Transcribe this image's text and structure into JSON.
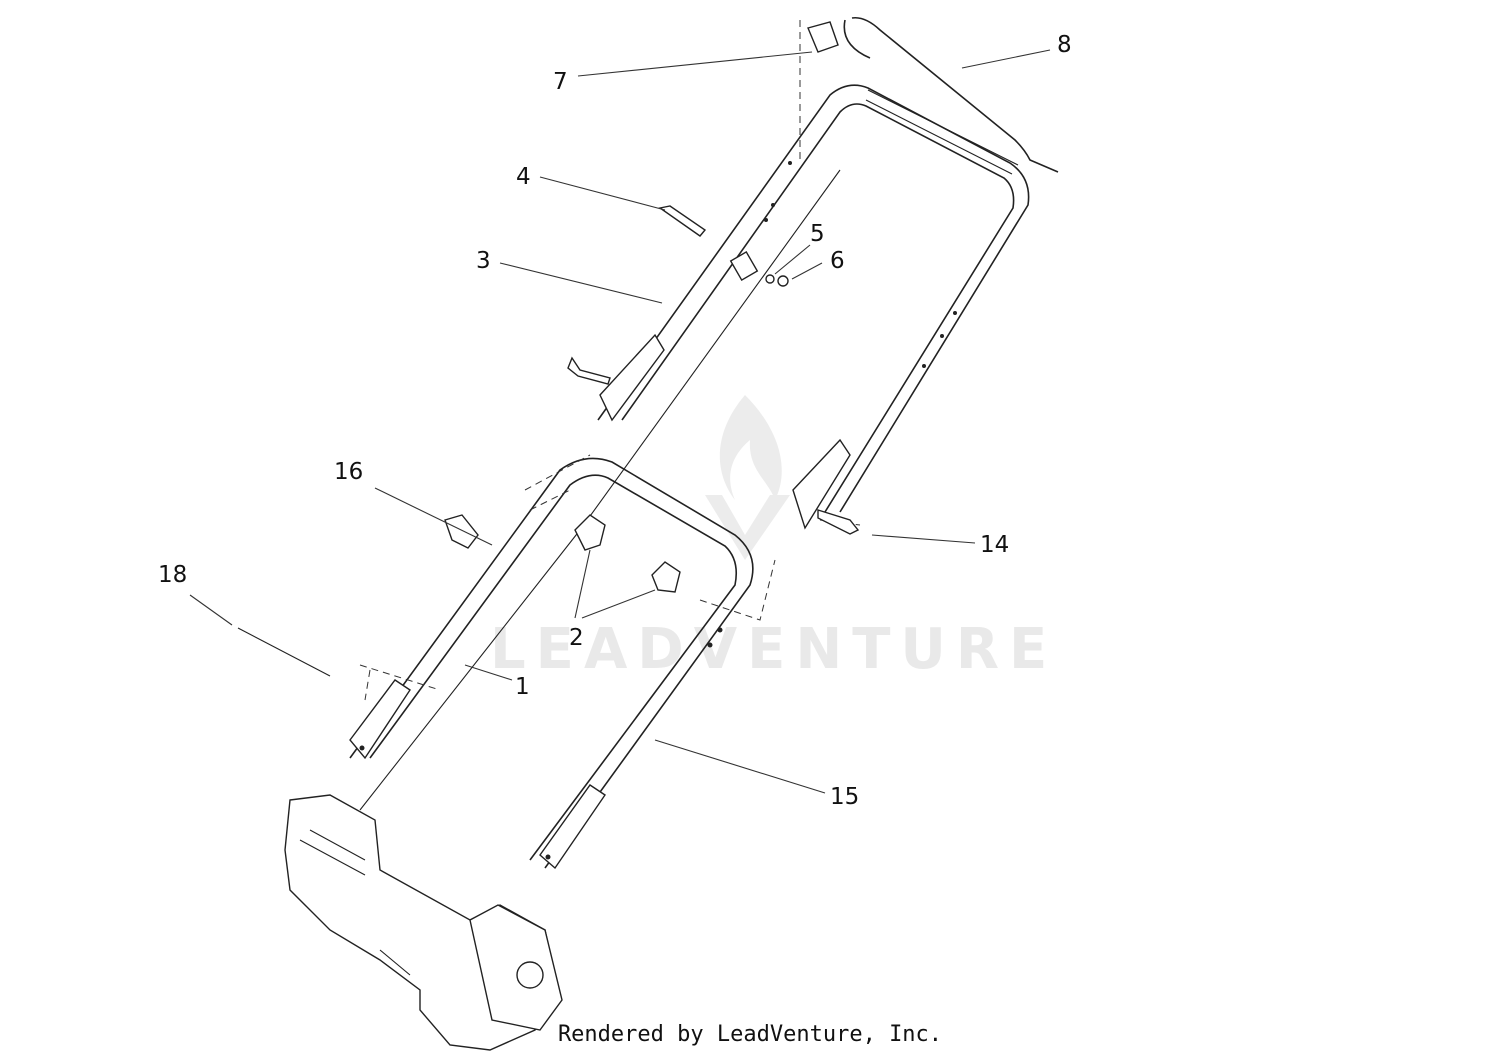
{
  "watermark": {
    "text": "LEADVENTURE"
  },
  "callouts": [
    {
      "id": "c7",
      "label": "7"
    },
    {
      "id": "c8",
      "label": "8"
    },
    {
      "id": "c4",
      "label": "4"
    },
    {
      "id": "c5",
      "label": "5"
    },
    {
      "id": "c6",
      "label": "6"
    },
    {
      "id": "c3",
      "label": "3"
    },
    {
      "id": "c16",
      "label": "16"
    },
    {
      "id": "c18",
      "label": "18"
    },
    {
      "id": "c2",
      "label": "2"
    },
    {
      "id": "c1",
      "label": "1"
    },
    {
      "id": "c14",
      "label": "14"
    },
    {
      "id": "c15",
      "label": "15"
    }
  ],
  "footer": {
    "credit": "Rendered by LeadVenture, Inc."
  }
}
